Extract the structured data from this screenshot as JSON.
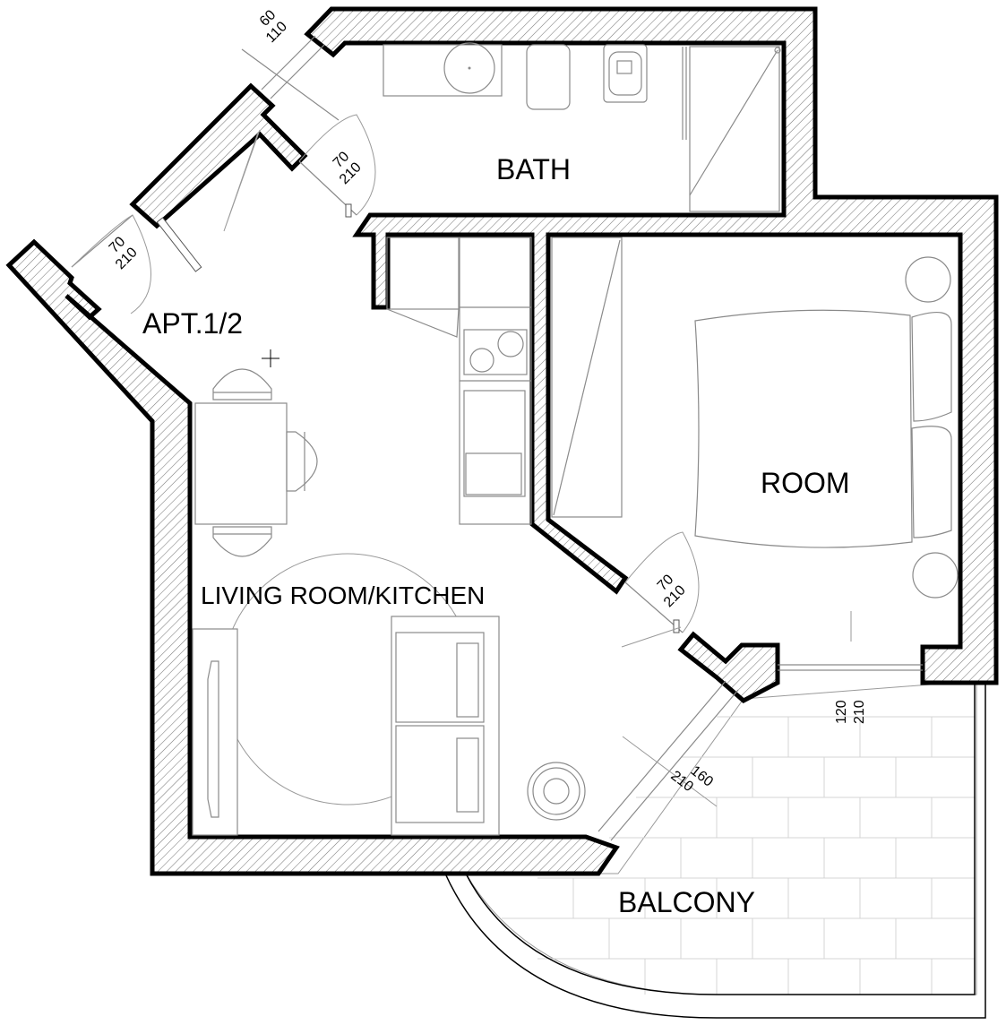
{
  "rooms": {
    "bath": "BATH",
    "room": "ROOM",
    "apartment": "APT.1/2",
    "living": "LIVING ROOM/KITCHEN",
    "balcony": "BALCONY"
  },
  "openings": {
    "entry_window": {
      "width": "60",
      "height": "110"
    },
    "bath_door": {
      "width": "70",
      "height": "210"
    },
    "entry_door": {
      "width": "70",
      "height": "210"
    },
    "room_door": {
      "width": "70",
      "height": "210"
    },
    "balcony_door_room": {
      "width": "120",
      "height": "210"
    },
    "balcony_door_living": {
      "width": "160",
      "height": "210"
    }
  }
}
